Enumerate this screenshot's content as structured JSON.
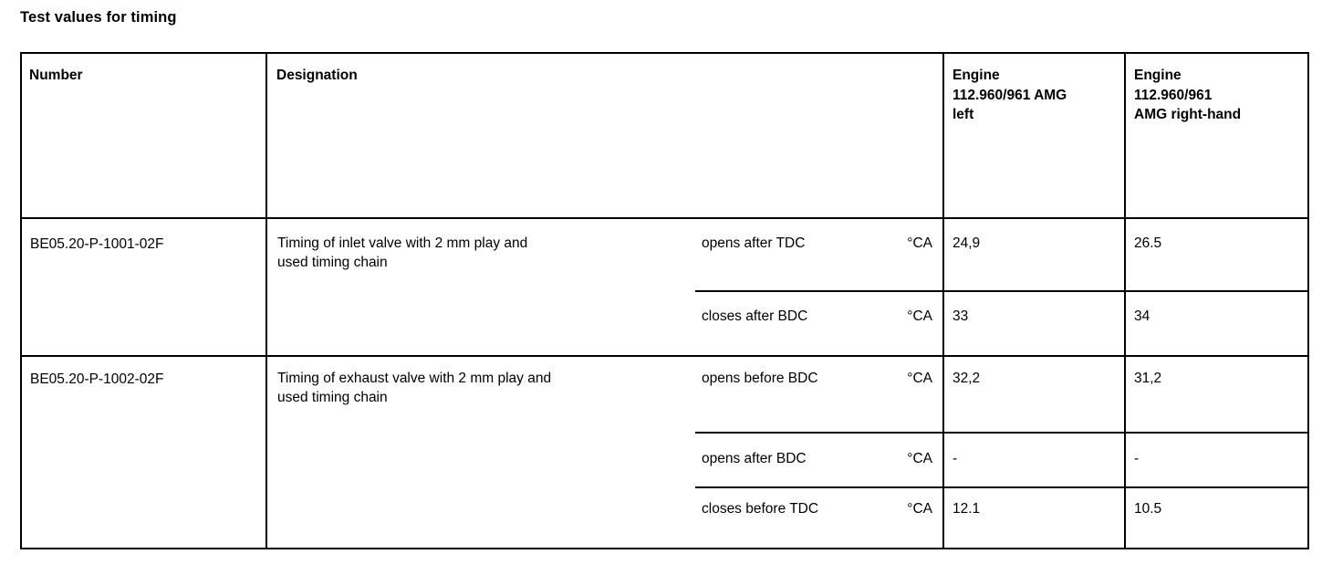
{
  "document": {
    "title": "Test values for timing"
  },
  "table": {
    "headers": {
      "number": "Number",
      "designation": "Designation",
      "engine_left": "Engine\n112.960/961 AMG\nleft",
      "engine_right": "Engine\n112.960/961\nAMG right-hand"
    },
    "rows": [
      {
        "number": "BE05.20-P-1001-02F",
        "designation": "Timing of inlet valve with 2 mm play and\nused timing chain",
        "measurements": [
          {
            "label": "opens after TDC",
            "unit": "°CA",
            "left": "24,9",
            "right": "26.5"
          },
          {
            "label": "closes after BDC",
            "unit": "°CA",
            "left": "33",
            "right": "34"
          }
        ]
      },
      {
        "number": "BE05.20-P-1002-02F",
        "designation": "Timing of exhaust valve with 2 mm play and\nused timing chain",
        "measurements": [
          {
            "label": "opens before BDC",
            "unit": "°CA",
            "left": "32,2",
            "right": "31,2"
          },
          {
            "label": "opens after BDC",
            "unit": "°CA",
            "left": "-",
            "right": "-"
          },
          {
            "label": "closes before TDC",
            "unit": "°CA",
            "left": "12.1",
            "right": "10.5"
          }
        ]
      }
    ]
  },
  "colors": {
    "background": "#ffffff",
    "text": "#000000",
    "rule": "#000000"
  }
}
